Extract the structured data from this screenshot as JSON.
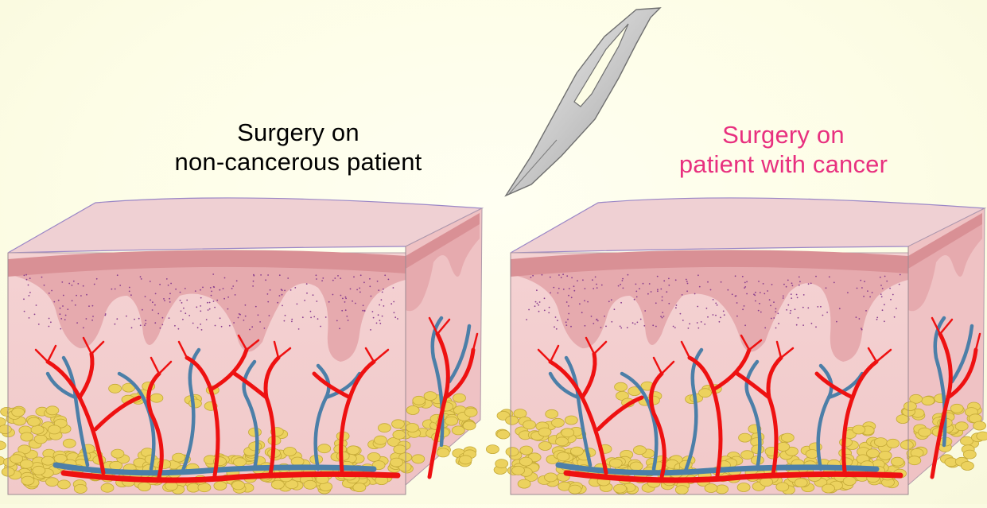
{
  "titles": {
    "left": {
      "line1": "Surgery on",
      "line2": "non-cancerous patient",
      "color": "#000000"
    },
    "right": {
      "line1": "Surgery on",
      "line2": "patient with cancer",
      "color": "#e8307f"
    }
  },
  "colors": {
    "background": "#fdfde6",
    "skin_face": "#f2cccc",
    "skin_top": "#efd0d3",
    "epidermis": "#d99095",
    "dermal_ridges": "#e6aaae",
    "arteries": "#ee1111",
    "veins": "#4c7fa8",
    "fat_cells": "#ecd25e",
    "scalpel_blade": "#c8c8c8"
  },
  "icons": {
    "scalpel": "scalpel-icon"
  }
}
